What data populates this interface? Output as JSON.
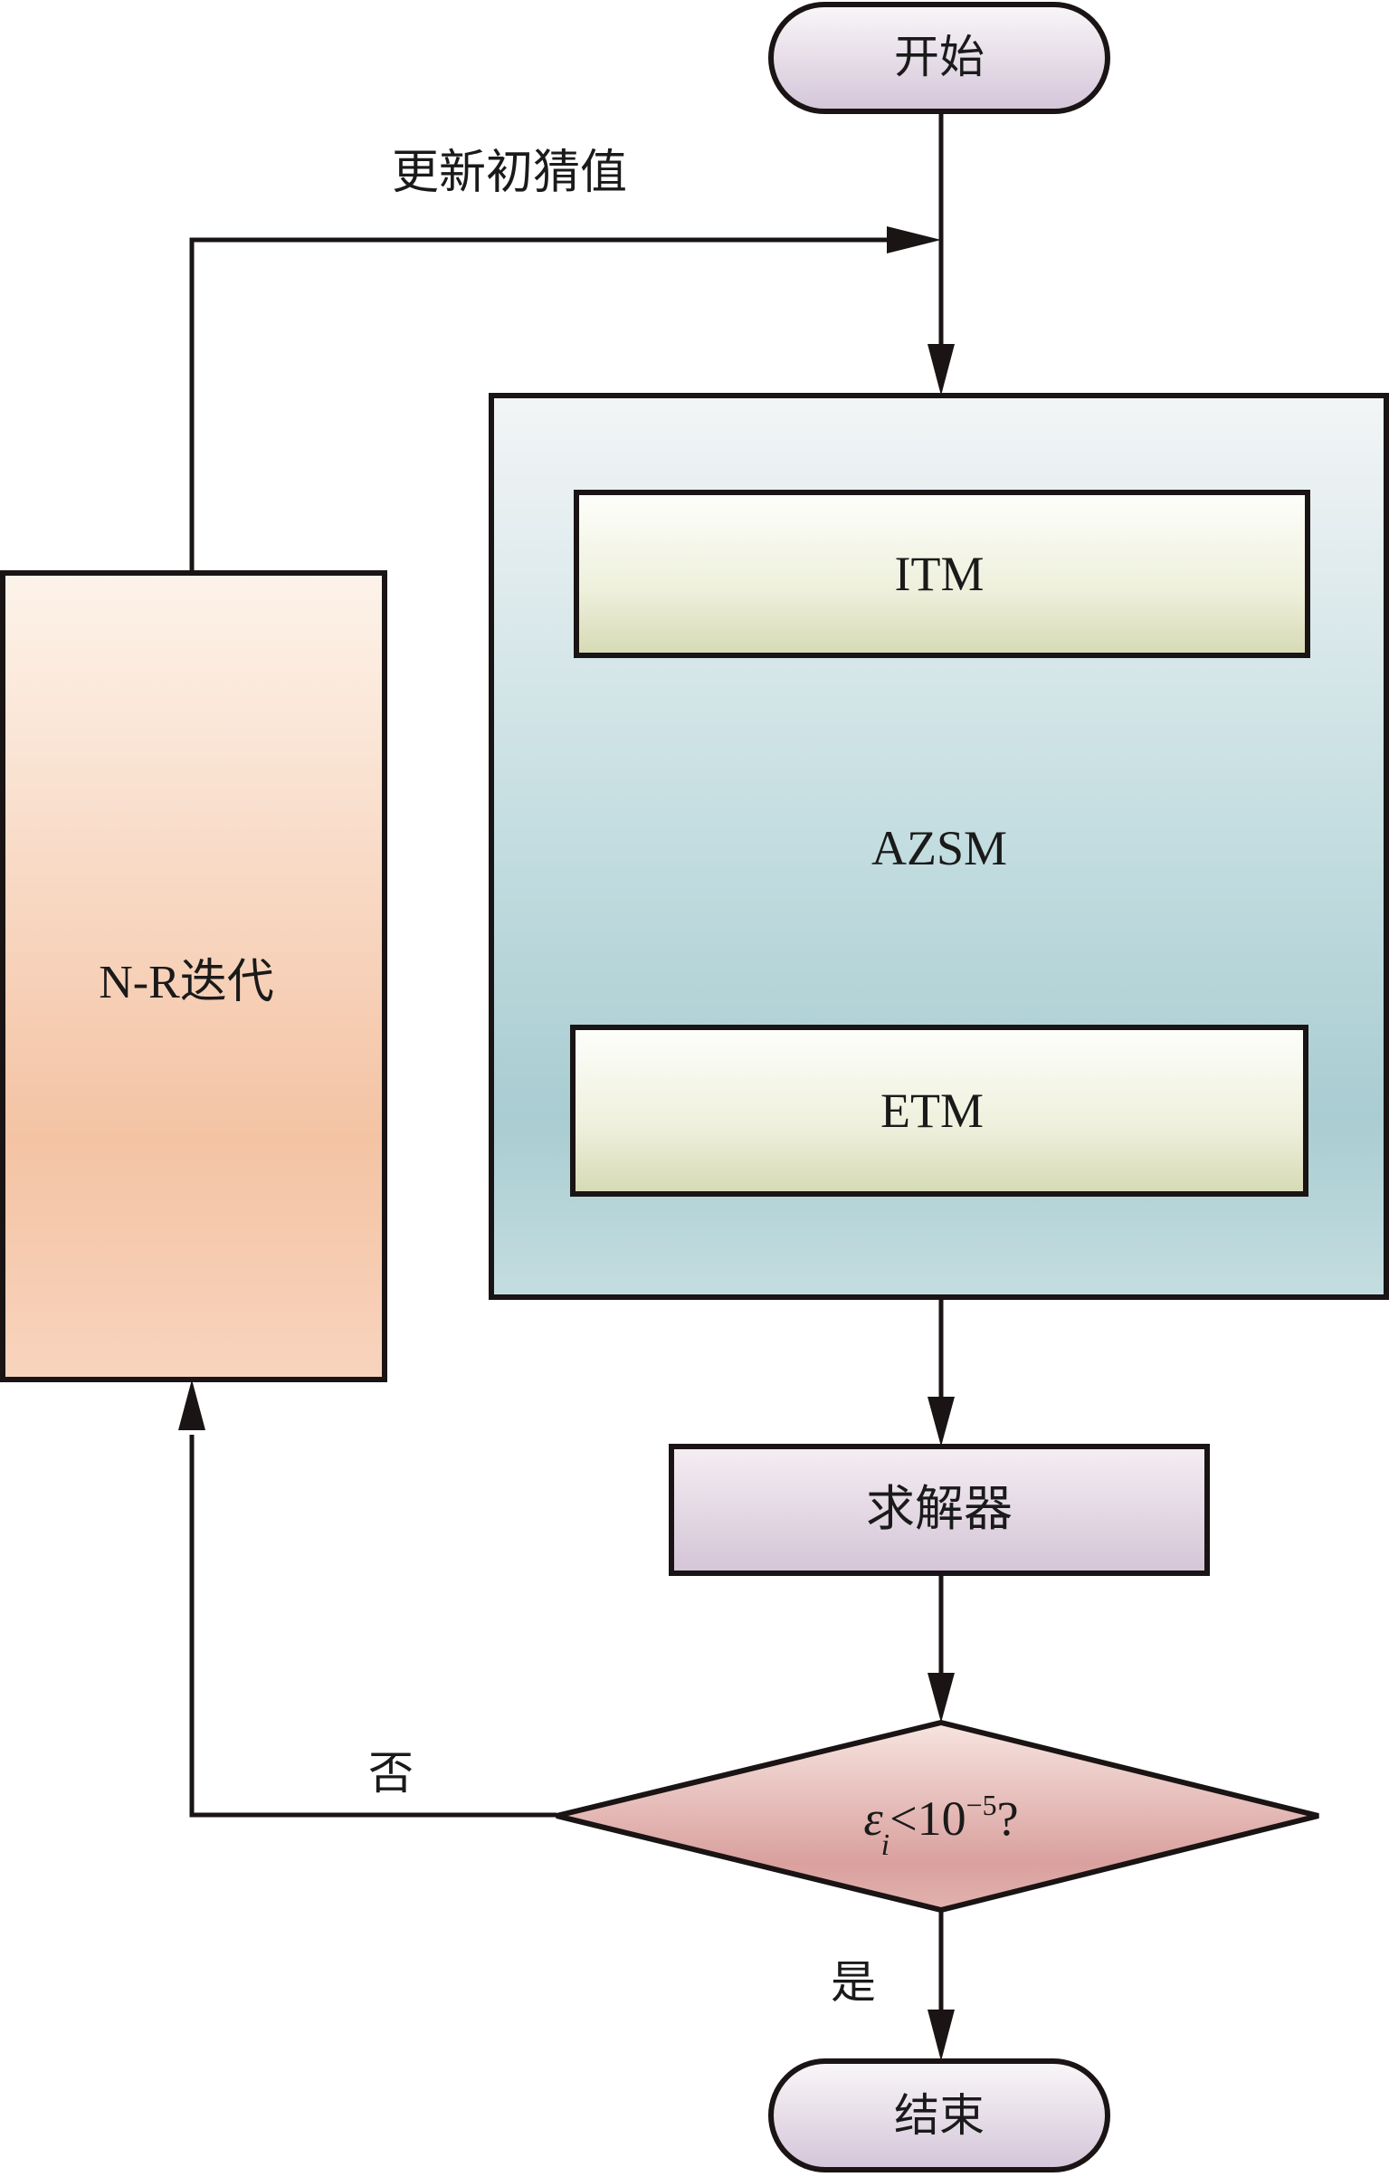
{
  "diagram": {
    "type": "flowchart",
    "nodes": {
      "start": {
        "label": "开始",
        "shape": "terminator"
      },
      "azsm": {
        "label": "AZSM",
        "shape": "container"
      },
      "itm": {
        "label": "ITM",
        "shape": "process"
      },
      "etm": {
        "label": "ETM",
        "shape": "process"
      },
      "solver": {
        "label": "求解器",
        "shape": "process"
      },
      "decision": {
        "label_base": "ε",
        "label_sub": "i",
        "label_rel": "<10",
        "label_sup": "−5",
        "label_tail": "?",
        "shape": "decision"
      },
      "nr": {
        "label": "N-R迭代",
        "shape": "process"
      },
      "end": {
        "label": "结束",
        "shape": "terminator"
      }
    },
    "edges": [
      {
        "from": "start",
        "to": "azsm",
        "label": ""
      },
      {
        "from": "azsm",
        "to": "solver",
        "label": ""
      },
      {
        "from": "solver",
        "to": "decision",
        "label": ""
      },
      {
        "from": "decision",
        "to": "end",
        "label": "是"
      },
      {
        "from": "decision",
        "to": "nr",
        "label": "否"
      },
      {
        "from": "nr",
        "to": "start-flow",
        "label": "更新初猜值"
      }
    ],
    "edge_labels": {
      "update_guess": "更新初猜值",
      "no": "否",
      "yes": "是"
    },
    "colors": {
      "stroke": "#1a1414",
      "terminator_top": "#f7f4f6",
      "terminator_bottom": "#d6c7da",
      "azsm_top": "#f3f5f6",
      "azsm_mid": "#a9cdd2",
      "azsm_bottom": "#c4dde0",
      "inner_top": "#fdfdf8",
      "inner_bottom": "#d6dab5",
      "nr_top": "#fdf1e8",
      "nr_mid": "#f4c3a4",
      "nr_bottom": "#f7d2b9",
      "solver_top": "#f3ecf1",
      "solver_bottom": "#d6c6d8",
      "decision_top": "#f6dfda",
      "decision_bottom": "#d9a09e"
    }
  }
}
